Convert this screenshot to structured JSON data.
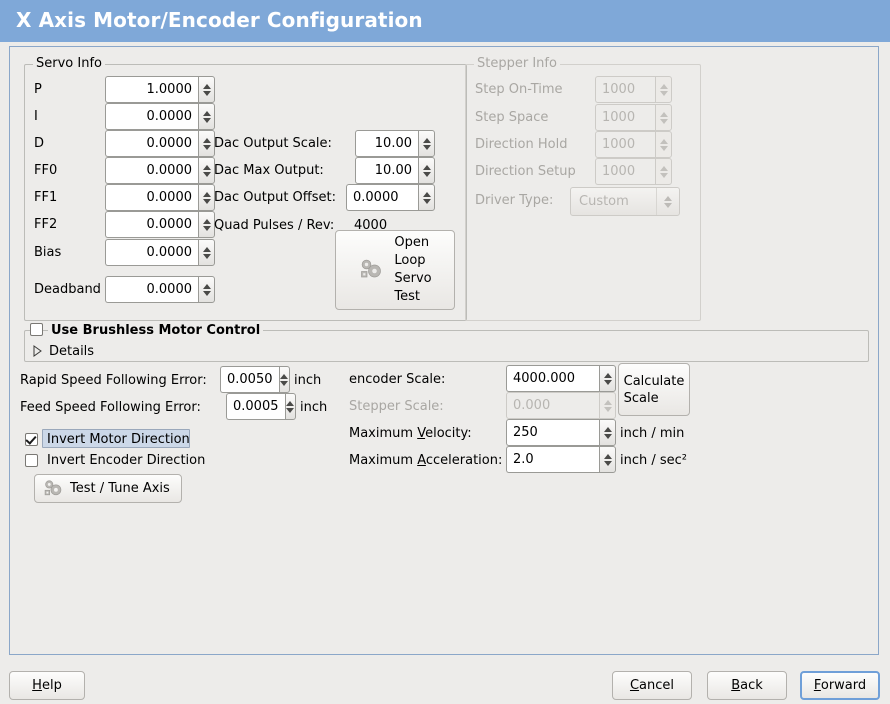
{
  "window": {
    "title": "X Axis Motor/Encoder Configuration"
  },
  "servo": {
    "legend": "Servo Info",
    "rows": [
      {
        "label": "P",
        "value": "1.0000"
      },
      {
        "label": "I",
        "value": "0.0000"
      },
      {
        "label": "D",
        "value": "0.0000"
      },
      {
        "label": "FF0",
        "value": "0.0000"
      },
      {
        "label": "FF1",
        "value": "0.0000"
      },
      {
        "label": "FF2",
        "value": "0.0000"
      },
      {
        "label": "Bias",
        "value": "0.0000"
      },
      {
        "label": "Deadband",
        "value": "0.0000"
      }
    ],
    "dac": [
      {
        "label": "Dac Output Scale:",
        "value": "10.00"
      },
      {
        "label": "Dac Max Output:",
        "value": "10.00"
      },
      {
        "label": "Dac Output Offset:",
        "value": "0.0000"
      }
    ],
    "quad_pulses_label": "Quad Pulses / Rev:",
    "quad_pulses_value": "4000",
    "open_loop_button": {
      "lines": [
        "Open",
        "Loop",
        "Servo",
        "Test"
      ],
      "icon": "gears-icon"
    }
  },
  "stepper": {
    "legend": "Stepper Info",
    "disabled": true,
    "rows": [
      {
        "label": "Step On-Time",
        "value": "1000"
      },
      {
        "label": "Step Space",
        "value": "1000"
      },
      {
        "label": "Direction Hold",
        "value": "1000"
      },
      {
        "label": "Direction Setup",
        "value": "1000"
      }
    ],
    "driver_type_label": "Driver Type:",
    "driver_type_value": "Custom"
  },
  "brushless": {
    "checkbox_label": "Use Brushless Motor Control",
    "checked": false,
    "details_label": "Details",
    "details_expanded": false
  },
  "tuning": {
    "rapid_label": "Rapid Speed Following Error:",
    "rapid_value": "0.0050",
    "rapid_unit": "inch",
    "feed_label": "Feed Speed Following Error:",
    "feed_value": "0.0005",
    "feed_unit": "inch",
    "invert_motor_label": "Invert Motor Direction",
    "invert_motor_checked": true,
    "invert_encoder_label": "Invert Encoder Direction",
    "invert_encoder_checked": false,
    "test_tune_label": "Test / Tune Axis"
  },
  "scale": {
    "encoder_label": "encoder Scale:",
    "encoder_value": "4000.000",
    "stepper_label": "Stepper Scale:",
    "stepper_value": "0.000",
    "stepper_disabled": true,
    "calculate_lines": [
      "Calculate",
      "Scale"
    ],
    "max_velocity_label_pre": "Maximum ",
    "max_velocity_label_mn": "V",
    "max_velocity_label_post": "elocity:",
    "max_velocity_value": "250",
    "max_velocity_unit": "inch / min",
    "max_accel_label_pre": "Maximum ",
    "max_accel_label_mn": "A",
    "max_accel_label_post": "cceleration:",
    "max_accel_value": "2.0",
    "max_accel_unit": "inch / sec²"
  },
  "footer": {
    "help": {
      "mn": "H",
      "rest": "elp"
    },
    "cancel": {
      "mn": "C",
      "rest": "ancel"
    },
    "back": {
      "mn": "B",
      "rest": "ack"
    },
    "forward": {
      "mn": "F",
      "rest": "orward"
    }
  },
  "colors": {
    "titlebar": "#7fa8d8",
    "window_bg": "#edecea",
    "focus_blue": "#6f9fd8",
    "highlight": "#ccd8e8"
  }
}
